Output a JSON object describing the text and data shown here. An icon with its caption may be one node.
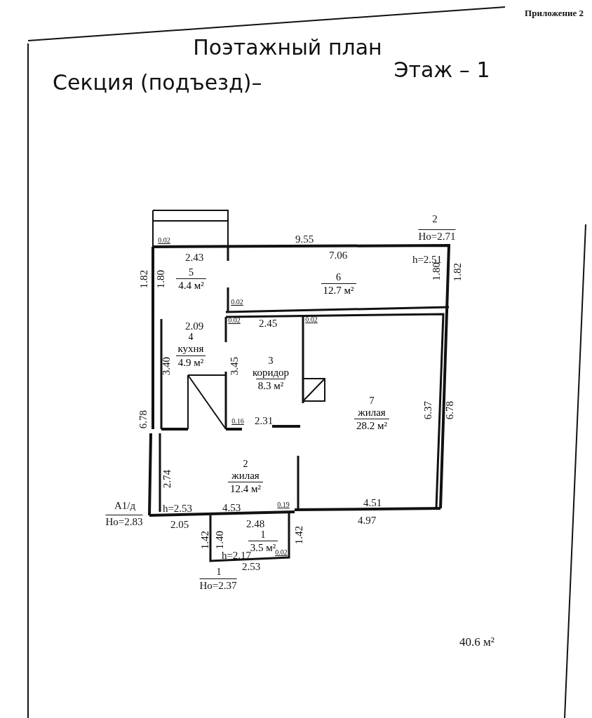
{
  "diagram": {
    "title": "Поэтажный план",
    "nodes": [
      {
        "text": [
          "5",
          "4.4 м²"
        ]
      },
      {
        "text": [
          "6",
          "12.7 м²"
        ]
      },
      {
        "text": [
          "4",
          "кухня",
          "4.9 м²"
        ]
      },
      {
        "text": [
          "3",
          "коридор",
          "8.3 м²"
        ]
      },
      {
        "text": [
          "7",
          "жилая",
          "28.2 м²"
        ]
      },
      {
        "text": [
          "2",
          "жилая",
          "12.4 м²"
        ]
      },
      {
        "text": [
          "1",
          "3.5 м²"
        ]
      }
    ],
    "edges": [],
    "labels": [
      "Приложение 2",
      "Секция (подъезд)–",
      "Этаж – 1",
      "2",
      "Ho=2.71",
      "0.02",
      "2.43",
      "9.55",
      "7.06",
      "h=2.51",
      "1.82",
      "1.80",
      "1.80",
      "1.82",
      "0.02",
      "2.09",
      "0.02",
      "2.45",
      "0.02",
      "3.40",
      "3.45",
      "6.78",
      "6.37",
      "6.78",
      "0.16",
      "2.31",
      "2.74",
      "A1/д",
      "Ho=2.83",
      "h=2.53",
      "4.53",
      "0.19",
      "4.51",
      "2.05",
      "2.48",
      "4.97",
      "1.42",
      "1.40",
      "1.42",
      "h=2.17",
      "0.02",
      "2.53",
      "1",
      "Ho=2.37",
      "40.6 м²"
    ]
  }
}
